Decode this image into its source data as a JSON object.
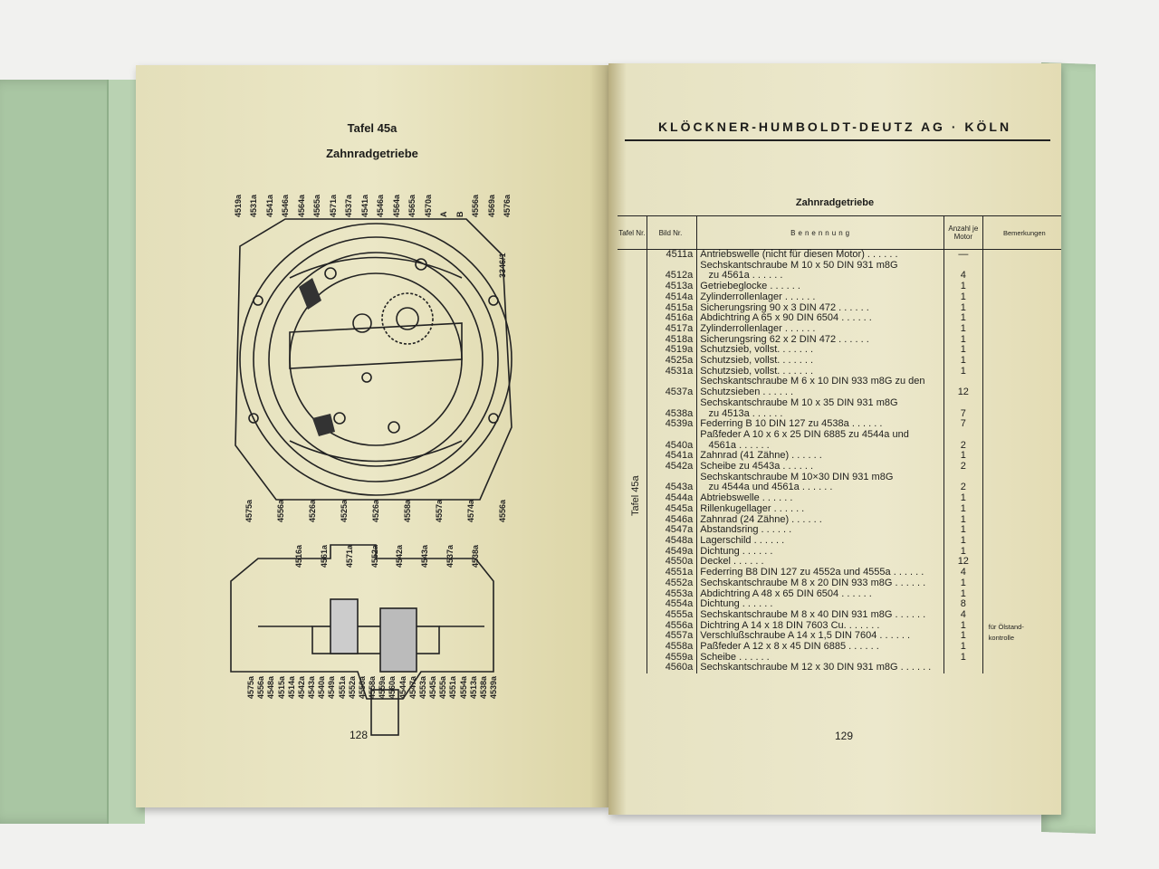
{
  "left_page": {
    "plate": "Tafel 45a",
    "title": "Zahnradgetriebe",
    "page_number": "128",
    "drawing_code": "3346/1",
    "top_labels": [
      "4519a",
      "4531a",
      "4541a",
      "4546a",
      "4564a",
      "4565a",
      "4571a",
      "4537a",
      "4541a",
      "4546a",
      "4564a",
      "4565a",
      "4570a",
      "A",
      "B",
      "4556a",
      "4569a",
      "4576a"
    ],
    "mid_labels": [
      "4575a",
      "4556a",
      "4526a",
      "4525a",
      "4526a",
      "4558a",
      "4557a",
      "4574a",
      "4556a"
    ],
    "section_top_labels": [
      "4516a",
      "4561a",
      "4571a",
      "4552a",
      "4542a",
      "4543a",
      "4537a",
      "4538a"
    ],
    "bottom_labels": [
      "4575a",
      "4556a",
      "4548a",
      "4515a",
      "4514a",
      "4542a",
      "4543a",
      "4540a",
      "4549a",
      "4551a",
      "4552a",
      "4550a",
      "4558a",
      "4559a",
      "4560a",
      "4544a",
      "4547a",
      "4553a",
      "4545a",
      "4555a",
      "4551a",
      "4554a",
      "4513a",
      "4538a",
      "4539a"
    ]
  },
  "right_page": {
    "header": "KLÖCKNER-HUMBOLDT-DEUTZ AG · KÖLN",
    "title": "Zahnradgetriebe",
    "page_number": "129",
    "side_label": "Tafel 45a",
    "columns": {
      "tafel": "Tafel Nr.",
      "bild": "Bild Nr.",
      "benennung": "Benennung",
      "anzahl": "Anzahl je Motor",
      "bemerkungen": "Bemerkungen"
    },
    "rows": [
      {
        "nr": "4511a",
        "lines": [
          "Antriebswelle (nicht für diesen Motor)"
        ],
        "qty": "—",
        "note": ""
      },
      {
        "nr": "4512a",
        "lines": [
          "Sechskantschraube M 10 x 50 DIN 931 m8G",
          "   zu 4561a"
        ],
        "qty": "4",
        "note": ""
      },
      {
        "nr": "4513a",
        "lines": [
          "Getriebeglocke"
        ],
        "qty": "1",
        "note": ""
      },
      {
        "nr": "4514a",
        "lines": [
          "Zylinderrollenlager"
        ],
        "qty": "1",
        "note": ""
      },
      {
        "nr": "4515a",
        "lines": [
          "Sicherungsring 90 x 3 DIN 472"
        ],
        "qty": "1",
        "note": ""
      },
      {
        "nr": "4516a",
        "lines": [
          "Abdichtring A 65 x 90 DIN 6504"
        ],
        "qty": "1",
        "note": ""
      },
      {
        "nr": "4517a",
        "lines": [
          "Zylinderrollenlager"
        ],
        "qty": "1",
        "note": ""
      },
      {
        "nr": "4518a",
        "lines": [
          "Sicherungsring 62 x 2 DIN 472"
        ],
        "qty": "1",
        "note": ""
      },
      {
        "nr": "4519a",
        "lines": [
          "Schutzsieb, vollst."
        ],
        "qty": "1",
        "note": ""
      },
      {
        "nr": "4525a",
        "lines": [
          "Schutzsieb, vollst."
        ],
        "qty": "1",
        "note": ""
      },
      {
        "nr": "4531a",
        "lines": [
          "Schutzsieb, vollst."
        ],
        "qty": "1",
        "note": ""
      },
      {
        "nr": "4537a",
        "lines": [
          "Sechskantschraube M 6 x 10 DIN 933 m8G zu den",
          "Schutzsieben"
        ],
        "qty": "12",
        "note": ""
      },
      {
        "nr": "4538a",
        "lines": [
          "Sechskantschraube M 10 x 35 DIN 931 m8G",
          "   zu 4513a"
        ],
        "qty": "7",
        "note": ""
      },
      {
        "nr": "4539a",
        "lines": [
          "Federring B 10 DIN 127 zu 4538a"
        ],
        "qty": "7",
        "note": ""
      },
      {
        "nr": "4540a",
        "lines": [
          "Paßfeder A 10 x 6 x 25 DIN 6885 zu 4544a und",
          "   4561a"
        ],
        "qty": "2",
        "note": ""
      },
      {
        "nr": "4541a",
        "lines": [
          "Zahnrad (41 Zähne)"
        ],
        "qty": "1",
        "note": ""
      },
      {
        "nr": "4542a",
        "lines": [
          "Scheibe zu 4543a"
        ],
        "qty": "2",
        "note": ""
      },
      {
        "nr": "4543a",
        "lines": [
          "Sechskantschraube M 10×30 DIN 931 m8G",
          "   zu 4544a und 4561a"
        ],
        "qty": "2",
        "note": ""
      },
      {
        "nr": "4544a",
        "lines": [
          "Abtriebswelle"
        ],
        "qty": "1",
        "note": ""
      },
      {
        "nr": "4545a",
        "lines": [
          "Rillenkugellager"
        ],
        "qty": "1",
        "note": ""
      },
      {
        "nr": "4546a",
        "lines": [
          "Zahnrad (24 Zähne)"
        ],
        "qty": "1",
        "note": ""
      },
      {
        "nr": "4547a",
        "lines": [
          "Abstandsring"
        ],
        "qty": "1",
        "note": ""
      },
      {
        "nr": "4548a",
        "lines": [
          "Lagerschild"
        ],
        "qty": "1",
        "note": ""
      },
      {
        "nr": "4549a",
        "lines": [
          "Dichtung"
        ],
        "qty": "1",
        "note": ""
      },
      {
        "nr": "4550a",
        "lines": [
          "Deckel"
        ],
        "qty": "12",
        "note": ""
      },
      {
        "nr": "4551a",
        "lines": [
          "Federring B8 DIN 127 zu 4552a und 4555a"
        ],
        "qty": "4",
        "note": ""
      },
      {
        "nr": "4552a",
        "lines": [
          "Sechskantschraube M 8 x 20 DIN 933 m8G"
        ],
        "qty": "1",
        "note": ""
      },
      {
        "nr": "4553a",
        "lines": [
          "Abdichtring A 48 x 65 DIN 6504"
        ],
        "qty": "1",
        "note": ""
      },
      {
        "nr": "4554a",
        "lines": [
          "Dichtung"
        ],
        "qty": "8",
        "note": ""
      },
      {
        "nr": "4555a",
        "lines": [
          "Sechskantschraube M 8 x 40 DIN 931 m8G"
        ],
        "qty": "4",
        "note": ""
      },
      {
        "nr": "4556a",
        "lines": [
          "Dichtring A 14 x 18 DIN 7603 Cu."
        ],
        "qty": "1",
        "note": "für Ölstand-"
      },
      {
        "nr": "4557a",
        "lines": [
          "Verschlußschraube A 14 x 1,5 DIN 7604"
        ],
        "qty": "1",
        "note": "kontrolle"
      },
      {
        "nr": "4558a",
        "lines": [
          "Paßfeder A 12 x 8 x 45 DIN 6885"
        ],
        "qty": "1",
        "note": ""
      },
      {
        "nr": "4559a",
        "lines": [
          "Scheibe"
        ],
        "qty": "1",
        "note": ""
      },
      {
        "nr": "4560a",
        "lines": [
          "Sechskantschraube M 12 x 30 DIN 931 m8G"
        ],
        "qty": "",
        "note": ""
      }
    ]
  },
  "colors": {
    "paper": "#ebe7c6",
    "cover": "#a9c6a3",
    "ink": "#1c1c1a"
  }
}
